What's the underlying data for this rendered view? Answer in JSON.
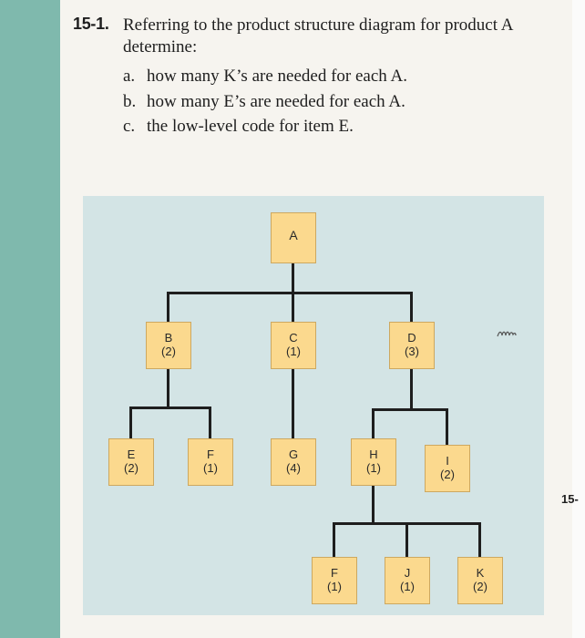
{
  "problem": {
    "number": "15-1.",
    "stem": "Referring to the product structure diagram for product A determine:",
    "items": [
      {
        "letter": "a.",
        "text": "how many K’s are needed for each A."
      },
      {
        "letter": "b.",
        "text": "how many E’s are needed for each A."
      },
      {
        "letter": "c.",
        "text": "the low-level code for item E."
      }
    ]
  },
  "diagram": {
    "nodes": {
      "A": {
        "label": "A",
        "qty": ""
      },
      "B": {
        "label": "B",
        "qty": "(2)"
      },
      "C": {
        "label": "C",
        "qty": "(1)"
      },
      "D": {
        "label": "D",
        "qty": "(3)"
      },
      "E": {
        "label": "E",
        "qty": "(2)"
      },
      "F1": {
        "label": "F",
        "qty": "(1)"
      },
      "G": {
        "label": "G",
        "qty": "(4)"
      },
      "H": {
        "label": "H",
        "qty": "(1)"
      },
      "I": {
        "label": "I",
        "qty": "(2)"
      },
      "F2": {
        "label": "F",
        "qty": "(1)"
      },
      "J": {
        "label": "J",
        "qty": "(1)"
      },
      "K": {
        "label": "K",
        "qty": "(2)"
      }
    }
  },
  "side_label": "15-",
  "colors": {
    "left_strip": "#7fb9ad",
    "diagram_background": "#d3e4e5",
    "node_fill": "#fbd98e"
  }
}
